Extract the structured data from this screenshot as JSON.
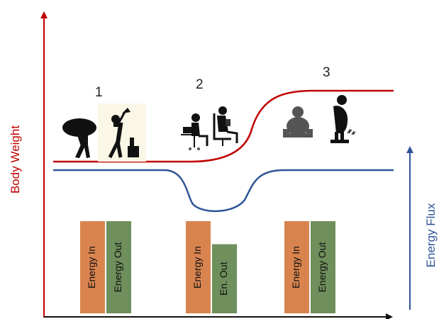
{
  "labels": {
    "y_left": "Body Weight",
    "y_right": "Energy Flux",
    "stage_1": "1",
    "stage_2": "2",
    "stage_3": "3"
  },
  "bars": [
    {
      "stage": "1",
      "in_label": "Energy In",
      "out_label": "Energy Out",
      "in_level": 1.0,
      "out_level": 1.0
    },
    {
      "stage": "2",
      "in_label": "Energy In",
      "out_label": "En. Out",
      "in_level": 1.0,
      "out_level": 0.75
    },
    {
      "stage": "3",
      "in_label": "Energy In",
      "out_label": "Energy Out",
      "in_level": 1.0,
      "out_level": 1.0
    }
  ],
  "colors": {
    "body_weight": "#c00000",
    "energy_flux": "#2f5597",
    "energy_in": "#d9844f",
    "energy_out": "#6f8f5c",
    "axis": "#111111"
  },
  "icons": {
    "stage_1": [
      "farmer-carrying-load-icon",
      "man-chopping-wood-icon"
    ],
    "stage_2": [
      "person-at-computer-icon",
      "person-in-chair-with-tablet-icon"
    ],
    "stage_3": [
      "sitting-overweight-person-icon",
      "overweight-person-on-scale-icon"
    ]
  }
}
